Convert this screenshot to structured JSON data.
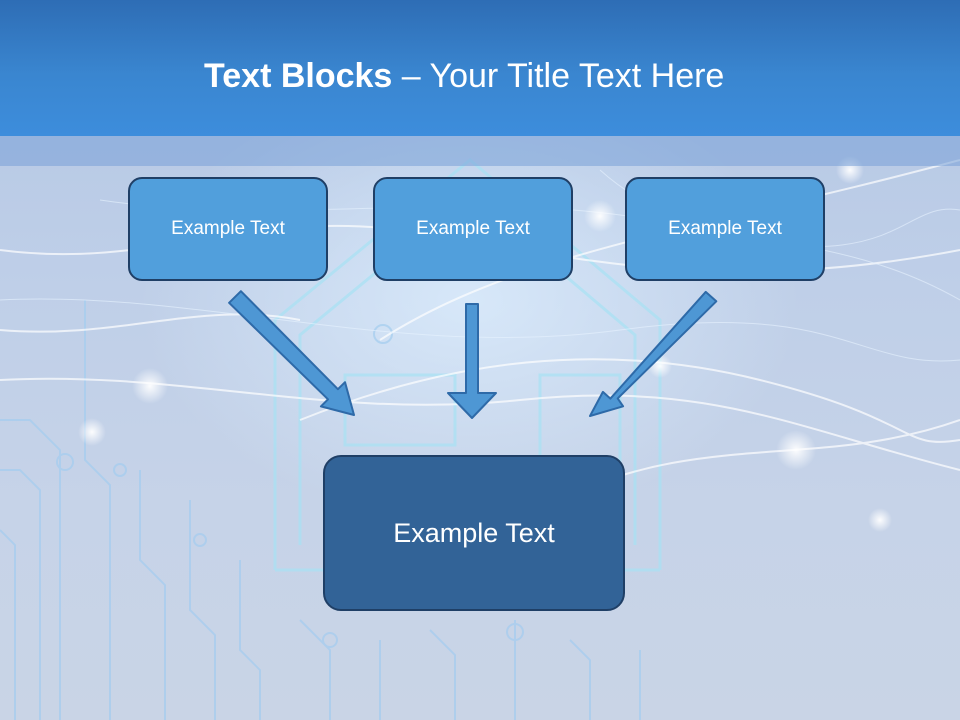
{
  "slide": {
    "title_bold": "Text Blocks",
    "title_separator": " – ",
    "title_rest": "Your Title Text Here"
  },
  "diagram": {
    "top_boxes": [
      {
        "label": "Example Text"
      },
      {
        "label": "Example Text"
      },
      {
        "label": "Example Text"
      }
    ],
    "bottom_box": {
      "label": "Example Text"
    }
  },
  "colors": {
    "header": "#3a86d0",
    "top_box_fill": "#519fdc",
    "bottom_box_fill": "#326397",
    "border": "#1f3f66",
    "arrow_fill": "#4e97d4"
  }
}
